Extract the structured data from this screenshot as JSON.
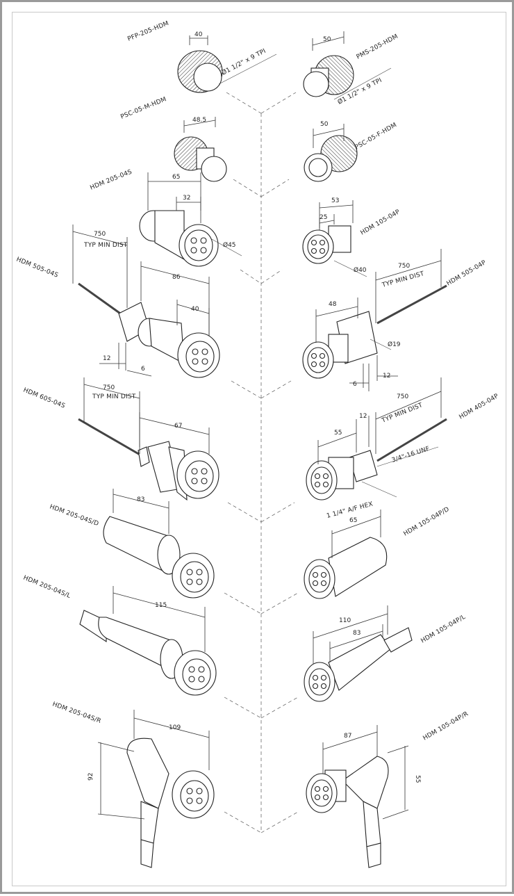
{
  "parts": {
    "pfp": {
      "code": "PFP-205-HDM",
      "dim": "40",
      "thread": "Ø1 1/2\" x 9 TPI"
    },
    "pms": {
      "code": "PMS-205-HDM",
      "dim": "50",
      "thread": "Ø1 1/2\" x 9 TPI"
    },
    "pscm": {
      "code": "PSC-05-M-HDM",
      "dim": "48.5"
    },
    "pscf": {
      "code": "PSC-05-F-HDM",
      "dim": "50"
    },
    "hdm205s": {
      "code": "HDM 205-04S",
      "dim_a": "65",
      "dim_b": "32",
      "dia": "Ø45"
    },
    "hdm105p": {
      "code": "HDM 105-04P",
      "dim_a": "53",
      "dim_b": "25",
      "dia": "Ø40"
    },
    "hdm505s": {
      "code": "HDM 505-04S",
      "len": "750",
      "len_note": "TYP MIN DIST",
      "dim_a": "86",
      "dim_b": "40",
      "dim_c": "12",
      "dim_d": "6"
    },
    "hdm505p": {
      "code": "HDM 505-04P",
      "len": "750",
      "len_note": "TYP MIN DIST",
      "dim_a": "48",
      "dia": "Ø19",
      "dim_c": "6",
      "dim_d": "12"
    },
    "hdm605s": {
      "code": "HDM 605-04S",
      "len": "750",
      "len_note": "TYP MIN DIST",
      "dim_a": "67"
    },
    "hdm405p": {
      "code": "HDM 405-04P",
      "len": "750",
      "len_note": "TYP MIN DIST",
      "dim_a": "55",
      "dim_b": "12",
      "thread": "3/4\"-16 UNF",
      "hex": "1 1/4\" A/F HEX"
    },
    "hdm205sd": {
      "code": "HDM 205-04S/D",
      "dim_a": "83"
    },
    "hdm105pd": {
      "code": "HDM 105-04P/D",
      "dim_a": "65"
    },
    "hdm205sl": {
      "code": "HDM 205-04S/L",
      "dim_a": "115"
    },
    "hdm105pl": {
      "code": "HDM 105-04P/L",
      "dim_a": "110",
      "dim_b": "83"
    },
    "hdm205sr": {
      "code": "HDM 205-04S/R",
      "dim_a": "109",
      "dim_h": "92"
    },
    "hdm105pr": {
      "code": "HDM 105-04P/R",
      "dim_a": "87",
      "dim_h": "55"
    }
  },
  "colors": {
    "ink": "#222222",
    "frame": "#9a9a9a",
    "paper": "#ffffff"
  }
}
